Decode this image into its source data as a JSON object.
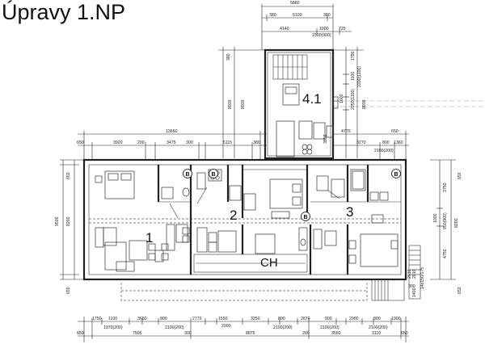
{
  "title": "Úpravy 1.NP",
  "units": [
    "1",
    "2",
    "3",
    "4.1"
  ],
  "hall_label": "CH",
  "bathroom_mark": "B",
  "dims_top_annex": [
    "5860",
    "380",
    "5100",
    "380",
    "4140",
    "1000",
    "725",
    "1500(900)"
  ],
  "dims_annex_side": [
    "1780",
    "1100",
    "2200(1100)",
    "1000",
    "2250(1100)",
    "8930",
    "8930"
  ],
  "dims_annex_left": [
    "380",
    "8930"
  ],
  "dims_top_main": [
    "13660",
    "650",
    "3920",
    "200",
    "3475",
    "300",
    "5115",
    "380"
  ],
  "dims_top_right": [
    "4770",
    "650",
    "3270",
    "800",
    "1360",
    "2100(200)",
    "3850"
  ],
  "dims_left": [
    "650",
    "8200",
    "9500",
    "650"
  ],
  "dims_right": [
    "650",
    "3750",
    "1000",
    "950(900)",
    "8200",
    "4750",
    "650"
  ],
  "dims_stair": [
    "2010",
    "2610",
    "300",
    "14x150/175",
    "1400"
  ],
  "dims_bottom_row1": [
    "1750",
    "1100",
    "3650",
    "800",
    "2770",
    "1550",
    "3250",
    "800",
    "2870",
    "800",
    "2900",
    "800",
    "1900"
  ],
  "dims_bottom_row2": [
    "1970(200)",
    "2100(200)",
    "2000",
    "2100(200)",
    "2100(200)",
    "2100(200)"
  ],
  "dims_bottom_row3": [
    "650",
    "7595",
    "300",
    "8875",
    "200",
    "3560",
    "3110",
    "650"
  ]
}
